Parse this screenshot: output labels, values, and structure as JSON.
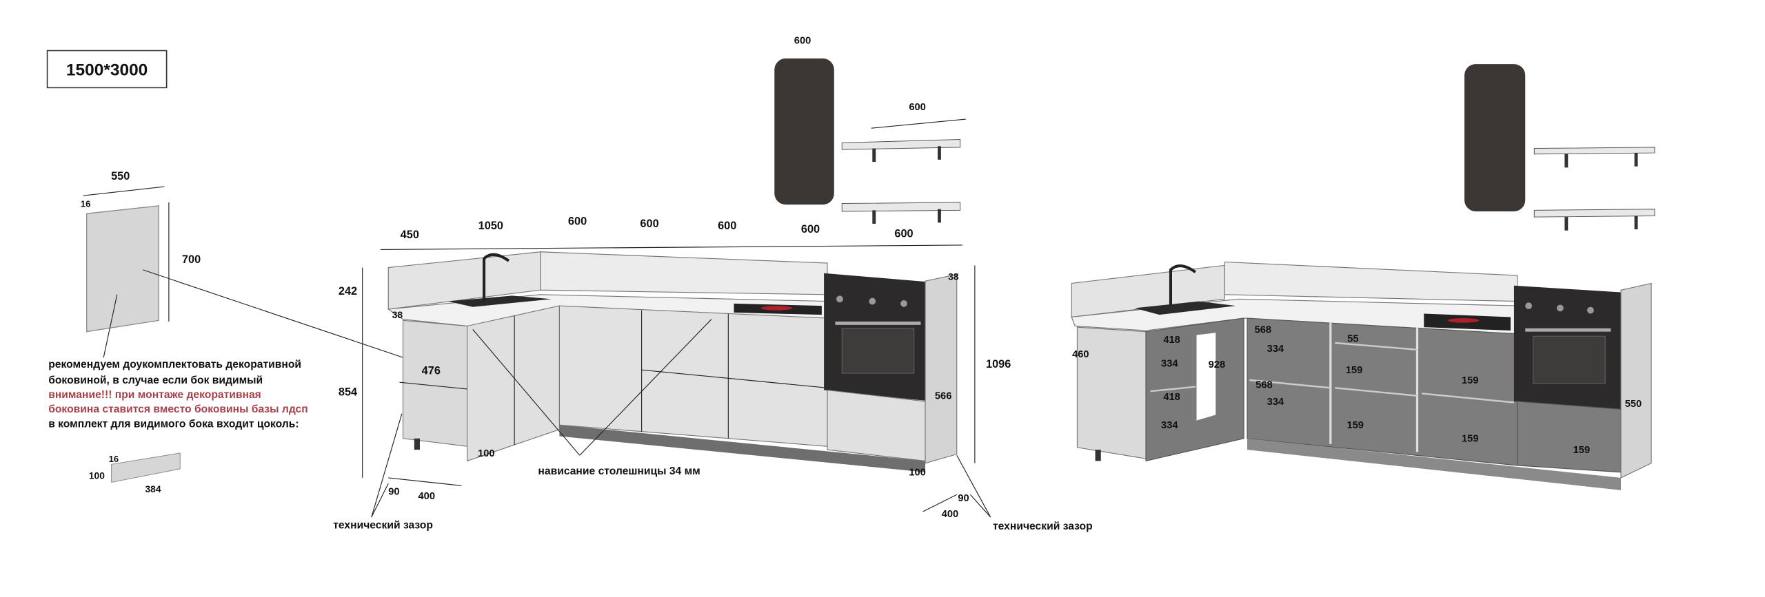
{
  "title": "1500*3000",
  "side_panel": {
    "width": "550",
    "thickness": "16",
    "height": "700"
  },
  "notes": {
    "line1": "рекомендуем доукомплектовать декоративной",
    "line2": "боковиной, в случае если бок видимый",
    "warning1": "внимание!!! при монтаже декоративная",
    "warning2": "боковина ставится вместо боковины базы лдсп",
    "line3": "в комплект для видимого бока входит цоколь:"
  },
  "plinth": {
    "thickness": "16",
    "height": "100",
    "length": "384"
  },
  "left_view": {
    "top_dims": [
      "450",
      "1050",
      "600",
      "600",
      "600",
      "600",
      "600"
    ],
    "backsplash": "242",
    "overhang_left": "38",
    "overhang_right": "38",
    "base_height": "854",
    "depth": "476",
    "plinth_left": "100",
    "plinth_right": "100",
    "gap_left": "90",
    "leg_left": "400",
    "gap_right": "90",
    "leg_right": "400",
    "tall_height": "1096",
    "tall_depth": "566",
    "tech_gap_left": "технический зазор",
    "tech_gap_right": "технический зазор",
    "overhang_note": "нависание столешницы 34 мм",
    "hood_width": "600",
    "shelf_width": "600"
  },
  "right_view": {
    "depth": "460",
    "corner": [
      "418",
      "334",
      "418",
      "334"
    ],
    "opening": "928",
    "cab1": [
      "568",
      "334",
      "568",
      "334"
    ],
    "drawer_top": "55",
    "heights": [
      "159",
      "159",
      "159",
      "159",
      "159"
    ],
    "tall_depth": "550"
  },
  "colors": {
    "warning": "#a8424a",
    "cabinet": "#dcdcdc",
    "dark": "#3a3735",
    "interior": "#7a7a7a"
  }
}
